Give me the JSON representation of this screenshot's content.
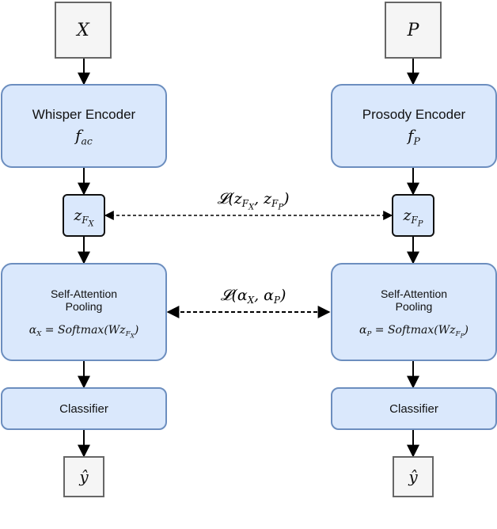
{
  "inputs": {
    "left": "X",
    "right": "P"
  },
  "encoders": {
    "left": {
      "title": "Whisper Encoder",
      "fn_base": "f",
      "fn_sub": "ac"
    },
    "right": {
      "title": "Prosody Encoder",
      "fn_base": "f",
      "fn_sub": "P"
    }
  },
  "features": {
    "left": {
      "base": "z",
      "sub": "F",
      "subsub": "X"
    },
    "right": {
      "base": "z",
      "sub": "F",
      "subsub": "P"
    }
  },
  "pooling": {
    "title_line1": "Self-Attention",
    "title_line2": "Pooling",
    "left": {
      "alpha_sub": "X",
      "rhs": "= Softmax(Wz",
      "f_sub": "F",
      "f_subsub": "X",
      "close": ")"
    },
    "right": {
      "alpha_sub": "P",
      "rhs": "= Softmax(Wz",
      "f_sub": "F",
      "f_subsub": "P",
      "close": ")"
    }
  },
  "classifier": {
    "label": "Classifier"
  },
  "outputs": {
    "label": "ŷ"
  },
  "losses": {
    "feature": {
      "prefix": "𝓛(z",
      "a_sub": "F",
      "a_subsub": "X",
      "mid": ", z",
      "b_sub": "F",
      "b_subsub": "P",
      "close": ")"
    },
    "attention": {
      "prefix": "𝓛(α",
      "a_sub": "X",
      "mid": ", α",
      "b_sub": "P",
      "close": ")"
    }
  },
  "colors": {
    "block_fill": "#dae8fc",
    "block_stroke": "#6c8ebf",
    "io_fill": "#f5f5f5",
    "io_stroke": "#666666"
  }
}
